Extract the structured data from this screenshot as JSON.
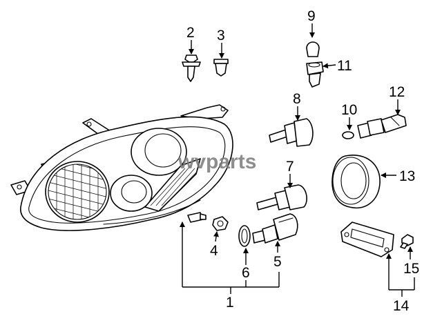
{
  "watermark": "wvparts",
  "callouts": {
    "c1": "1",
    "c2": "2",
    "c3": "3",
    "c4": "4",
    "c5": "5",
    "c6": "6",
    "c7": "7",
    "c8": "8",
    "c9": "9",
    "c10": "10",
    "c11": "11",
    "c12": "12",
    "c13": "13",
    "c14": "14",
    "c15": "15"
  }
}
